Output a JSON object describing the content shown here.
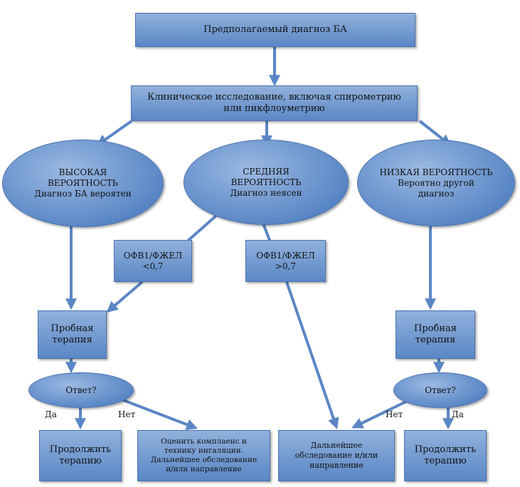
{
  "nodes": {
    "start": "Предполагаемый диагноз БА",
    "clinical": "Клиническое исследование, включая спирометрию\nили пикфлоуметрию",
    "high": "ВЫСОКАЯ\nВЕРОЯТНОСТЬ\nДиагноз БА вероятен",
    "mid": "СРЕДНЯЯ\nВЕРОЯТНОСТЬ\nДиагноз неясен",
    "low": "НИЗКАЯ ВЕРОЯТНОСТЬ\nВероятно другой\nдиагноз",
    "fev_low": "ОФВ1/ФЖЕЛ\n<0,7",
    "fev_high": "ОФВ1/ФЖЕЛ\n>0,7",
    "trial_left": "Пробная\nтерапия",
    "trial_right": "Пробная\nтерапия",
    "response_left": "Ответ?",
    "response_right": "Ответ?",
    "continue_left": "Продолжить\nтерапию",
    "continue_right": "Продолжить\nтерапию",
    "check": "Оценить комплаенс и\nтехнику ингаляции.\nДальнейшее обследование\nи/или направление",
    "further": "Дальнейшее\nобследование и/или\nнаправление"
  },
  "labels": {
    "yes_left": "Да",
    "no_left": "Нет",
    "no_right": "Нет",
    "yes_right": "Да"
  },
  "colors": {
    "fill_top": "#91b1dc",
    "fill_bottom": "#5a87c6",
    "border": "#4a72ae",
    "connector": "#5b86c5"
  }
}
